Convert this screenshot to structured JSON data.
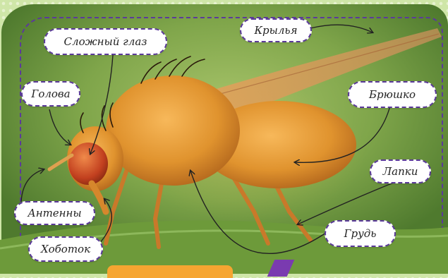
{
  "labels": {
    "compound_eye": "Сложный глаз",
    "wings": "Крылья",
    "head": "Голова",
    "abdomen": "Брюшко",
    "legs": "Лапки",
    "antennae": "Антенны",
    "thorax": "Грудь",
    "proboscis": "Хоботок"
  },
  "colors": {
    "label_border": "#5b3a9a",
    "background": "#cfe6a8",
    "fly_body": "#e0932e",
    "eye": "#c2401f",
    "orange_tab": "#f6a531",
    "purple_tab": "#7a3bb0"
  }
}
